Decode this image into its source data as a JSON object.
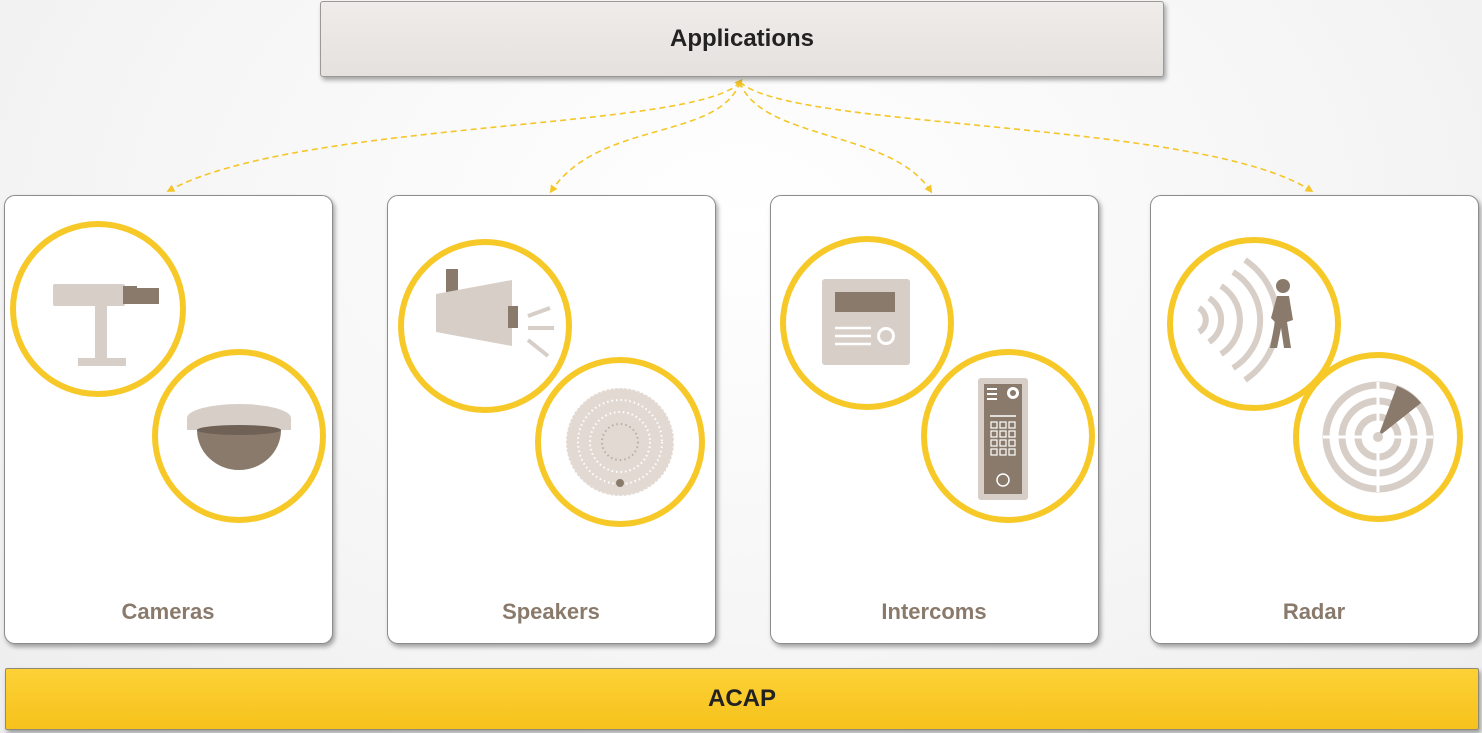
{
  "top": {
    "label": "Applications"
  },
  "cards": [
    {
      "label": "Cameras"
    },
    {
      "label": "Speakers"
    },
    {
      "label": "Intercoms"
    },
    {
      "label": "Radar"
    }
  ],
  "bottom": {
    "label": "ACAP"
  },
  "colors": {
    "accent_yellow": "#f7c928",
    "icon_taupe": "#d7cec7",
    "icon_brown": "#8a7a6b",
    "connector": "#f5c628"
  },
  "icons": [
    "fixed-camera-icon",
    "dome-camera-icon",
    "horn-speaker-icon",
    "ceiling-speaker-icon",
    "video-intercom-icon",
    "keypad-intercom-icon",
    "radar-waves-person-icon",
    "radar-target-icon"
  ]
}
